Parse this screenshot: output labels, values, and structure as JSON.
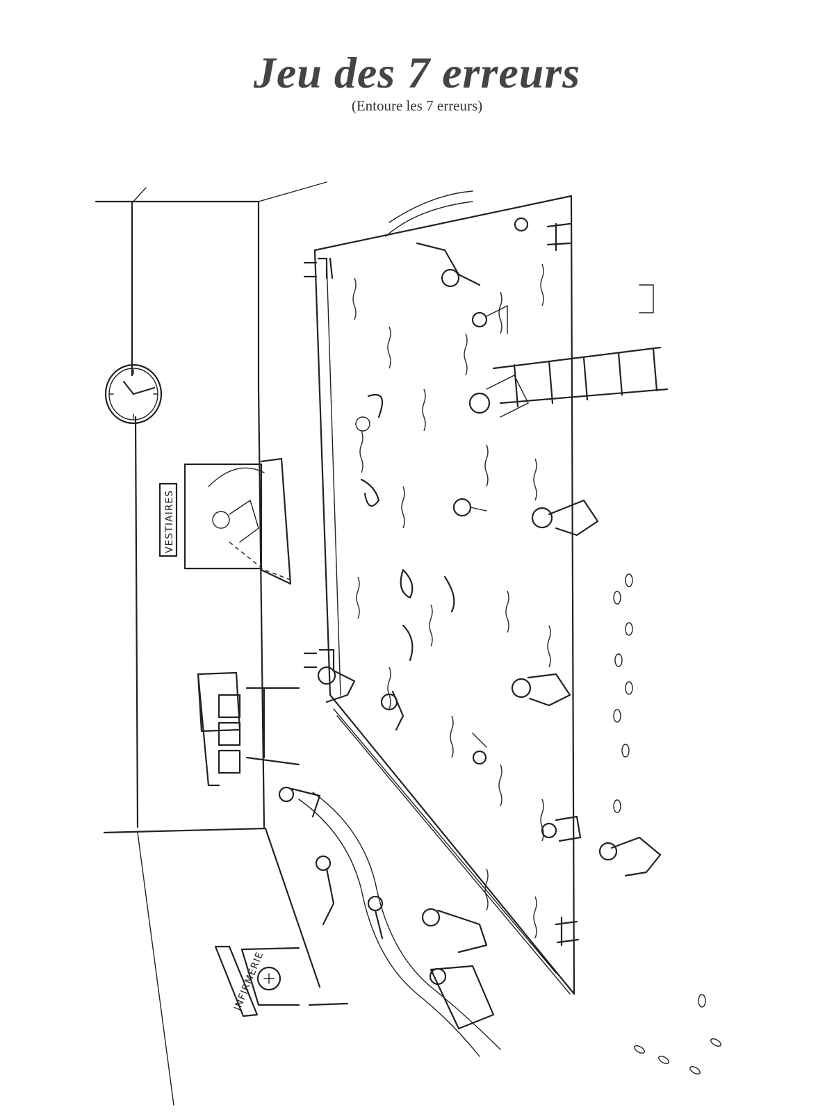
{
  "worksheet": {
    "title": "Jeu des 7 erreurs",
    "subtitle": "(Entoure les 7 erreurs)"
  },
  "scene": {
    "signs": {
      "changing_rooms": "VESTIAIRES",
      "infirmary": "INFIRMERIE"
    },
    "ink_color": "#222222",
    "paper_color": "#ffffff"
  }
}
